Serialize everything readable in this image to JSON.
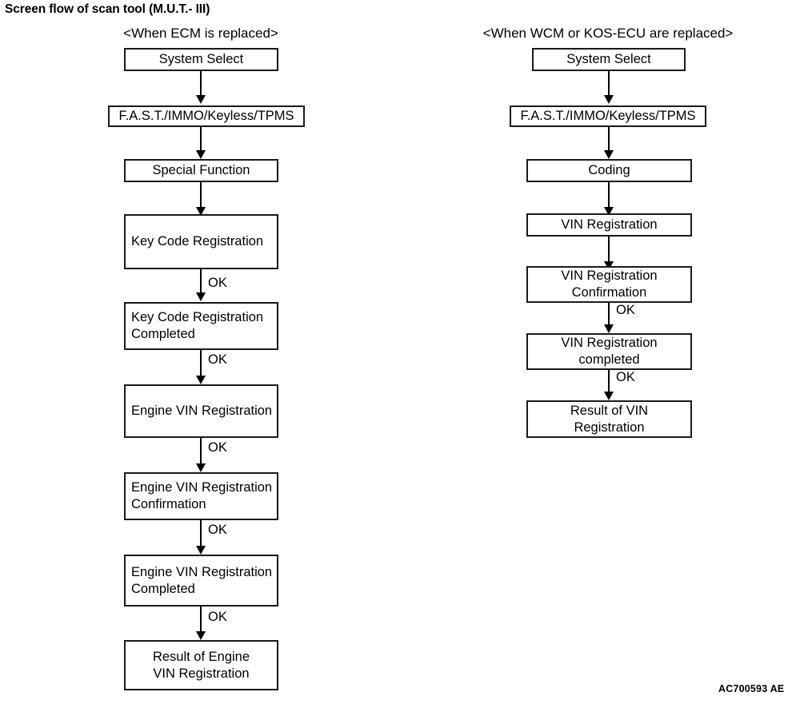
{
  "figure": {
    "title": "Screen flow of scan tool (M.U.T.- III)",
    "code": "AC700593 AE"
  },
  "columns": [
    {
      "id": "ecm",
      "heading": "<When ECM is replaced>",
      "steps": [
        {
          "label": "System Select"
        },
        {
          "label": "F.A.S.T./IMMO/Keyless/TPMS"
        },
        {
          "label": "Special Function"
        },
        {
          "label": "Key Code Registration"
        },
        {
          "label": "Key Code Registration\nCompleted"
        },
        {
          "label": "Engine VIN Registration"
        },
        {
          "label": "Engine VIN Registration\nConfirmation"
        },
        {
          "label": "Engine VIN Registration\nCompleted"
        },
        {
          "label": "Result of Engine\nVIN Registration"
        }
      ],
      "edge_labels": [
        "",
        "",
        "",
        "OK",
        "OK",
        "OK",
        "OK",
        "OK"
      ]
    },
    {
      "id": "wcm-kos",
      "heading": "<When WCM or KOS-ECU are replaced>",
      "steps": [
        {
          "label": "System Select"
        },
        {
          "label": "F.A.S.T./IMMO/Keyless/TPMS"
        },
        {
          "label": "Coding"
        },
        {
          "label": "VIN Registration"
        },
        {
          "label": "VIN Registration\nConfirmation"
        },
        {
          "label": "VIN Registration\ncompleted"
        },
        {
          "label": "Result of VIN\nRegistration"
        }
      ],
      "edge_labels": [
        "",
        "",
        "",
        "",
        "OK",
        "OK"
      ]
    }
  ]
}
